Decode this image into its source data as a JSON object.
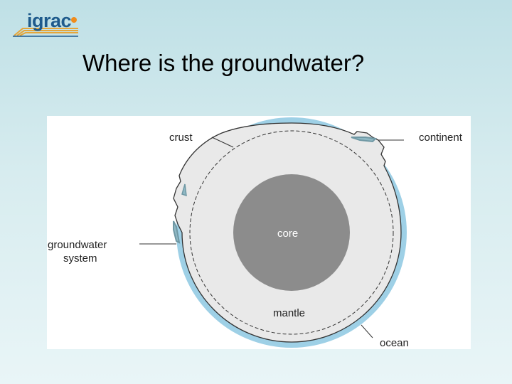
{
  "logo": {
    "text": "igrac"
  },
  "slide": {
    "title": "Where is the groundwater?"
  },
  "diagram": {
    "labels": {
      "crust": "crust",
      "continent": "continent",
      "groundwater_line1": "groundwater",
      "groundwater_line2": "system",
      "core": "core",
      "mantle": "mantle",
      "ocean": "ocean"
    },
    "colors": {
      "ocean": "#9ed0e6",
      "mantle": "#e9e9e9",
      "core": "#8c8c8c",
      "groundwater": "#8fb8c4"
    }
  }
}
